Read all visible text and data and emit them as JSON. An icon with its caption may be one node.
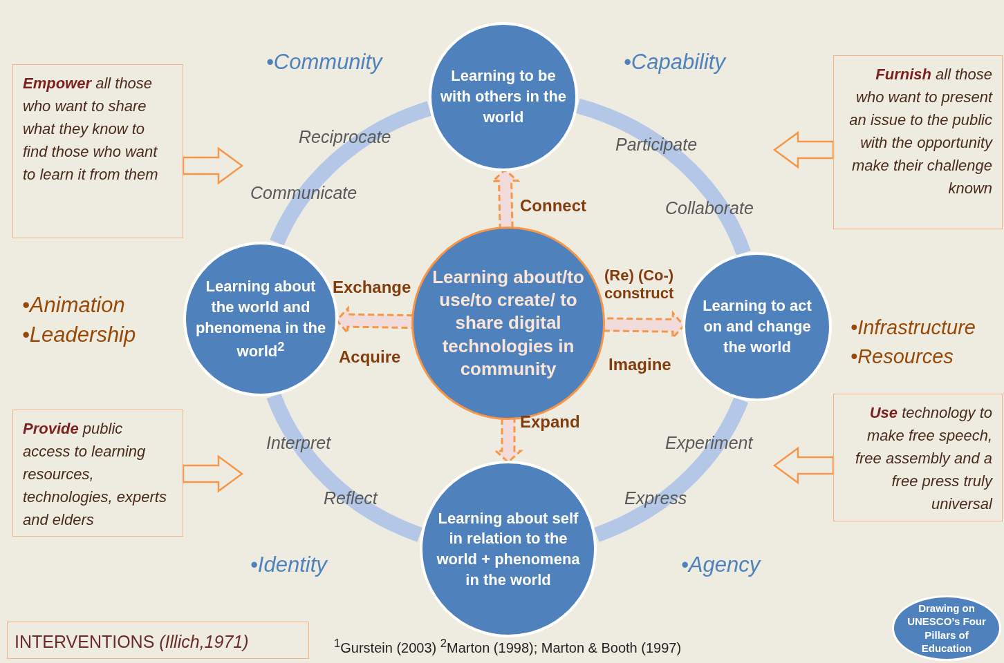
{
  "diagram": {
    "nodes": [
      {
        "text": [
          "Learning to be with others in the world"
        ]
      },
      {
        "text": [
          "Learning about the world and phenomena in the world$^{2}$"
        ]
      },
      {
        "text": [
          "Learning about/to use/to create/ to share digital technologies in community"
        ]
      },
      {
        "text": [
          "Learning to act on and change the world"
        ]
      },
      {
        "text": [
          "Learning about self in relation to the world + phenomena in the world"
        ]
      },
      {
        "text": [
          "**Empower** all those who want to share what they know to find those who want to learn it from them"
        ]
      },
      {
        "text": [
          "**Furnish** all those who want to present an issue to the public with the opportunity make their challenge known"
        ]
      },
      {
        "text": [
          "**Provide** public access to learning resources, technologies, experts and elders"
        ]
      },
      {
        "text": [
          "**Use** technology to make free speech, free assembly and a free press truly universal"
        ]
      },
      {
        "text": [
          "INTERVENTIONS *(Illich,1971)*"
        ]
      },
      {
        "text": [
          "Drawing on UNESCO’s Four Pillars of Education"
        ]
      }
    ],
    "edges": [
      {
        "from": 2,
        "to": 0,
        "arrow": "to",
        "style": "dashed"
      },
      {
        "from": 2,
        "to": 1,
        "arrow": "to",
        "style": "dashed"
      },
      {
        "from": 2,
        "to": 3,
        "arrow": "to",
        "style": "dashed"
      },
      {
        "from": 2,
        "to": 4,
        "arrow": "to",
        "style": "dashed"
      },
      {
        "from": 0,
        "to": 3,
        "arrow": "none",
        "color": "#b4c7e7"
      },
      {
        "from": 3,
        "to": 4,
        "arrow": "none",
        "color": "#b4c7e7"
      },
      {
        "from": 4,
        "to": 1,
        "arrow": "none",
        "color": "#b4c7e7"
      },
      {
        "from": 1,
        "to": 0,
        "arrow": "none",
        "color": "#b4c7e7"
      },
      {
        "from": 5,
        "to": null,
        "arrow": "to"
      },
      {
        "from": 6,
        "to": null,
        "arrow": "to"
      },
      {
        "from": 7,
        "to": null,
        "arrow": "to"
      },
      {
        "from": 8,
        "to": null,
        "arrow": "to"
      }
    ],
    "labels": [
      "•Community",
      "•Capability",
      "Reciprocate",
      "Participate",
      "Communicate",
      "Collaborate",
      "Connect",
      "Exchange",
      "(Re) (Co-) construct",
      "•Animation",
      "•Leadership",
      "•Infrastructure",
      "•Resources",
      "Acquire",
      "Imagine",
      "Expand",
      "Interpret",
      "Experiment",
      "Reflect",
      "Express",
      "•Identity",
      "•Agency",
      "$^{1}$Gurstein (2003) $^{2}$Marton (1998); Marton & Booth (1997)"
    ]
  }
}
